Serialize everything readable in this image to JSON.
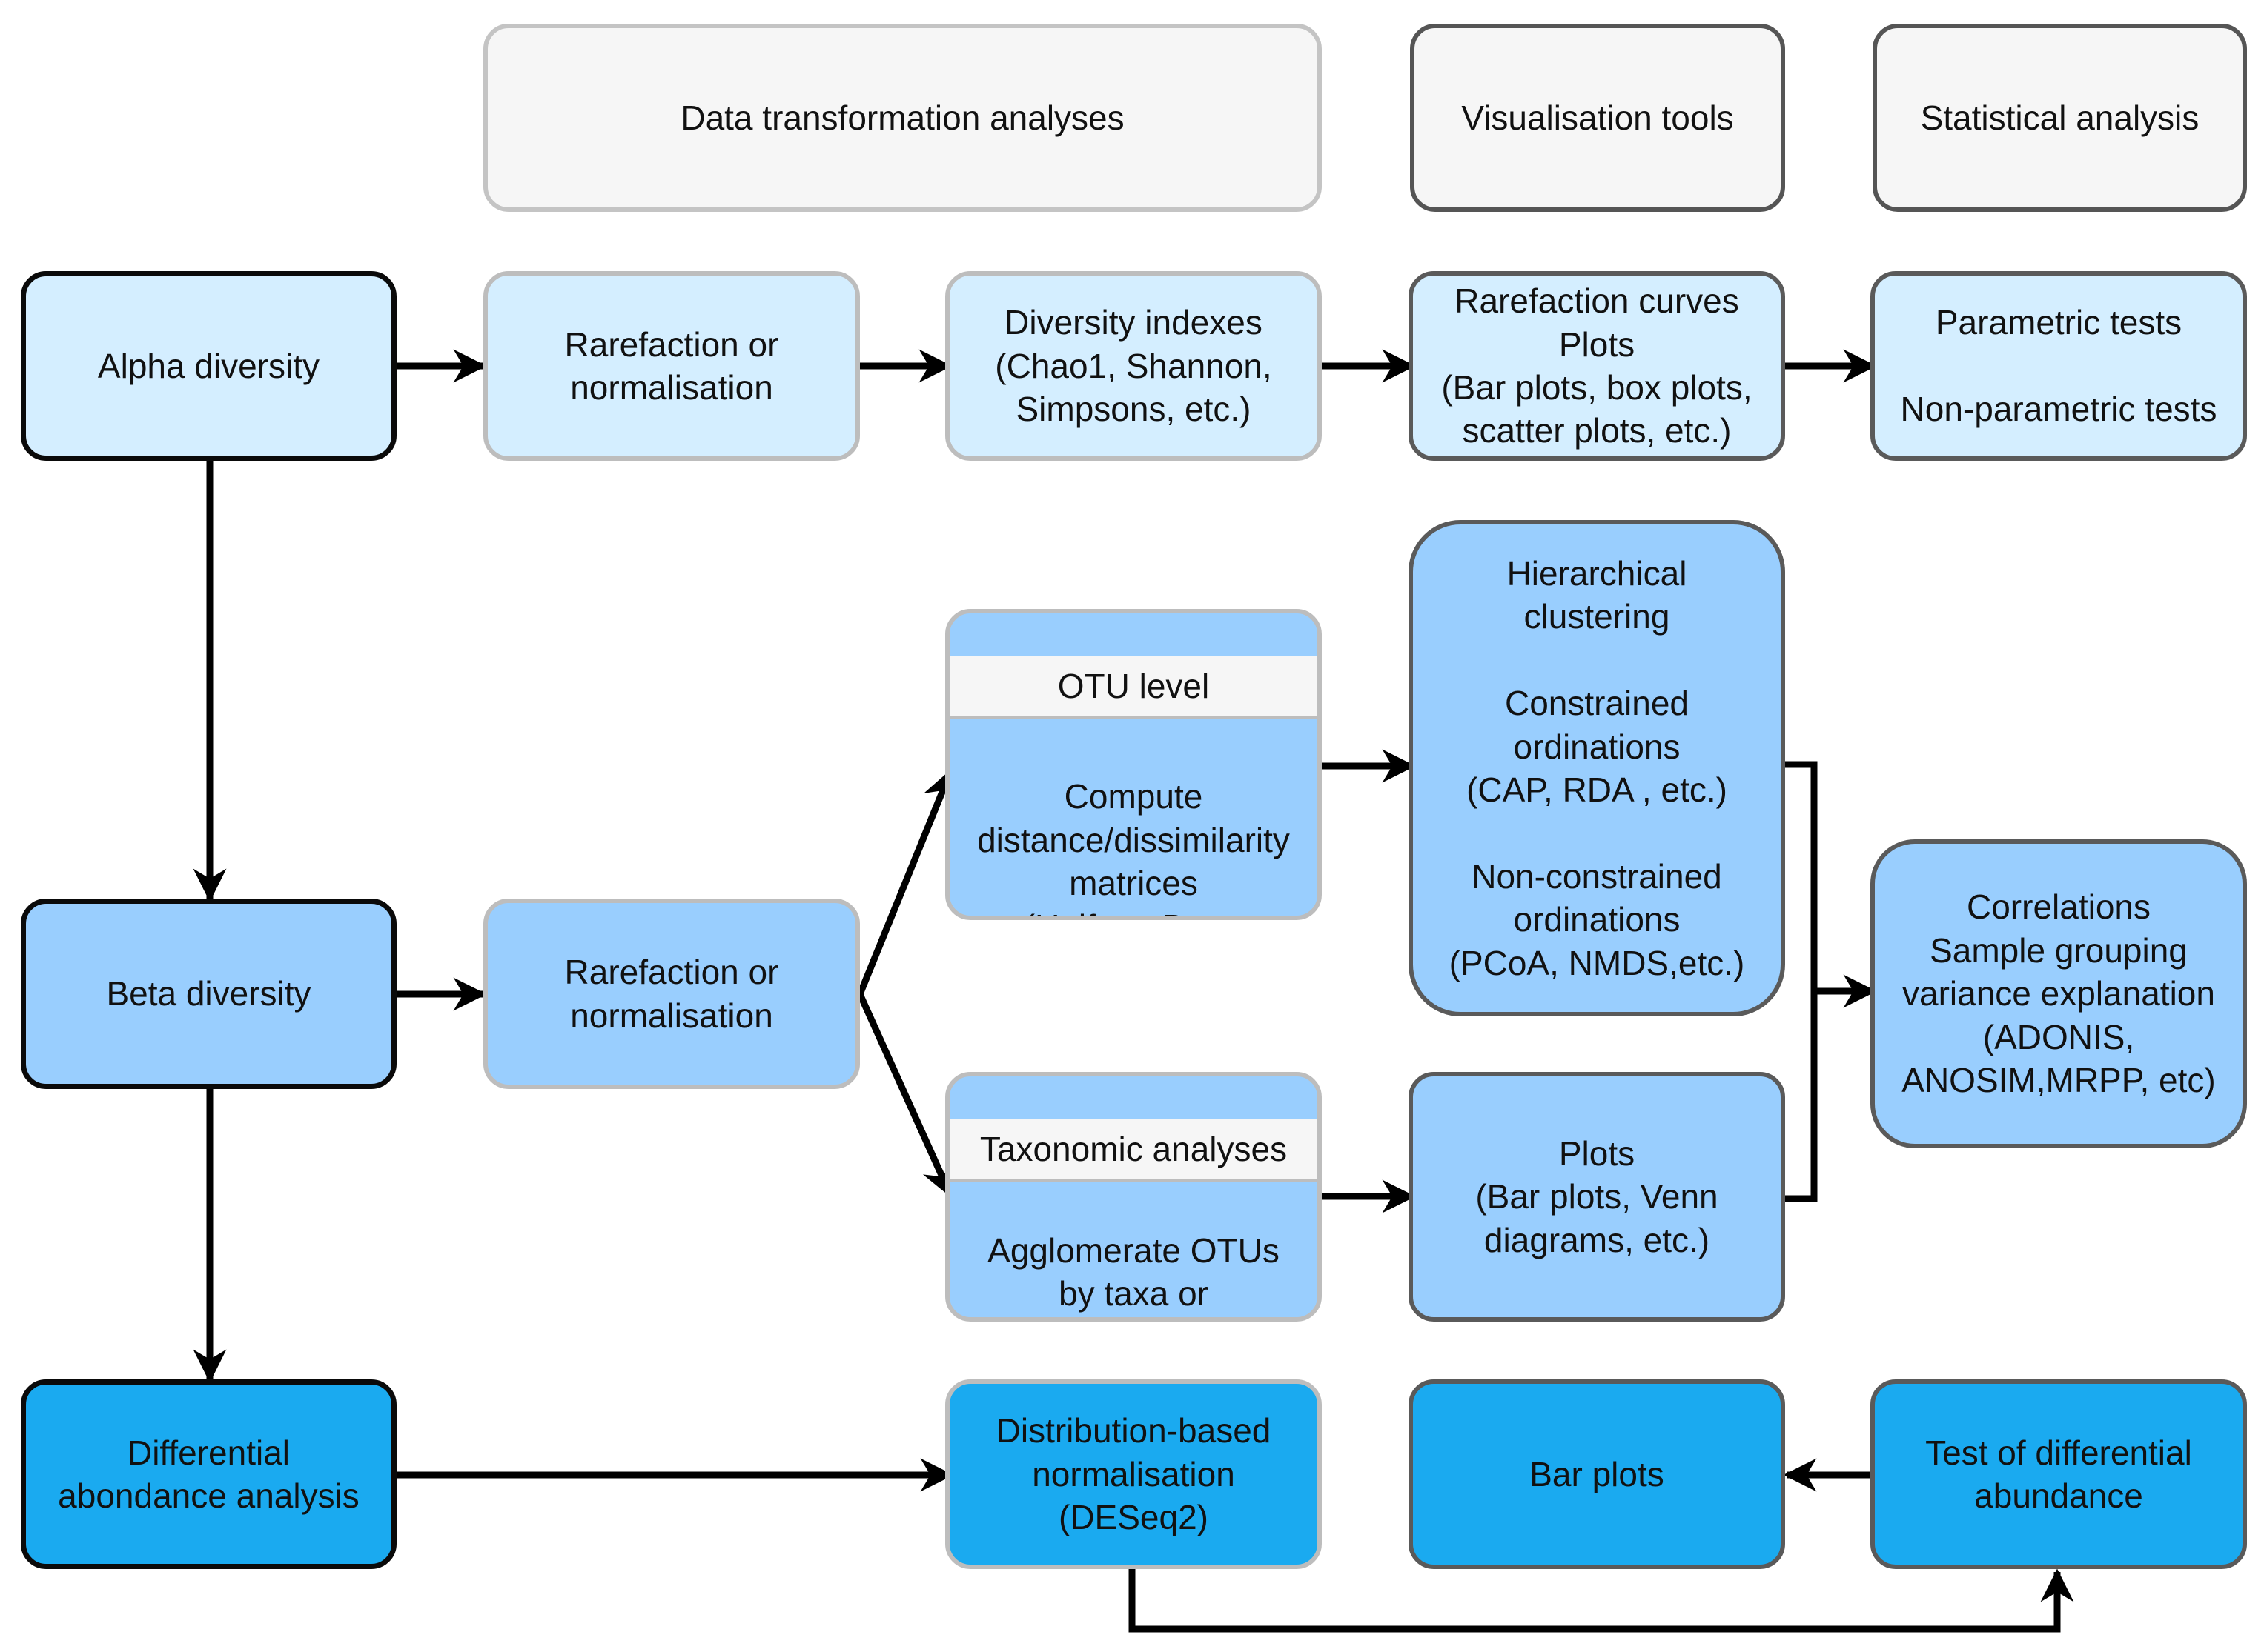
{
  "headers": {
    "data_transformation": "Data transformation analyses",
    "visualisation": "Visualisation tools",
    "statistical": "Statistical analysis"
  },
  "left": {
    "alpha": "Alpha diversity",
    "beta": "Beta diversity",
    "differential": "Differential\nabondance analysis"
  },
  "alpha_row": {
    "rarefaction": "Rarefaction or\nnormalisation",
    "diversity": "Diversity indexes\n(Chao1, Shannon,\nSimpsons, etc.)",
    "curves": "Rarefaction curves\nPlots\n(Bar plots, box plots,\nscatter plots, etc.)",
    "tests": "Parametric tests\n\nNon-parametric tests"
  },
  "beta_row": {
    "rarefaction": "Rarefaction or\nnormalisation",
    "otu_caption": "OTU level",
    "otu_body": "Compute\ndistance/dissimilarity\nmatrices\n(Unifrac, Bray-\nCurtis,etc.)",
    "taxo_caption": "Taxonomic analyses",
    "taxo_body": "Agglomerate OTUs\nby taxa or\nUse non-clustered\ndata",
    "clustering": "Hierarchical\nclustering\n\nConstrained\nordinations\n(CAP, RDA , etc.)\n\nNon-constrained\nordinations\n(PCoA, NMDS,etc.)",
    "plots": "Plots\n(Bar plots, Venn\ndiagrams, etc.)",
    "correlations": "Correlations\nSample grouping\nvariance explanation\n(ADONIS,\nANOSIM,MRPP, etc)"
  },
  "diff_row": {
    "deseq": "Distribution-based\nnormalisation\n(DESeq2)",
    "barplots": "Bar plots",
    "test": "Test of differential\nabundance"
  },
  "colors": {
    "light": "#d4eeff",
    "mid": "#99cefe",
    "dark": "#1aaaf0",
    "header": "#f6f6f6",
    "arrow": "#000000"
  }
}
